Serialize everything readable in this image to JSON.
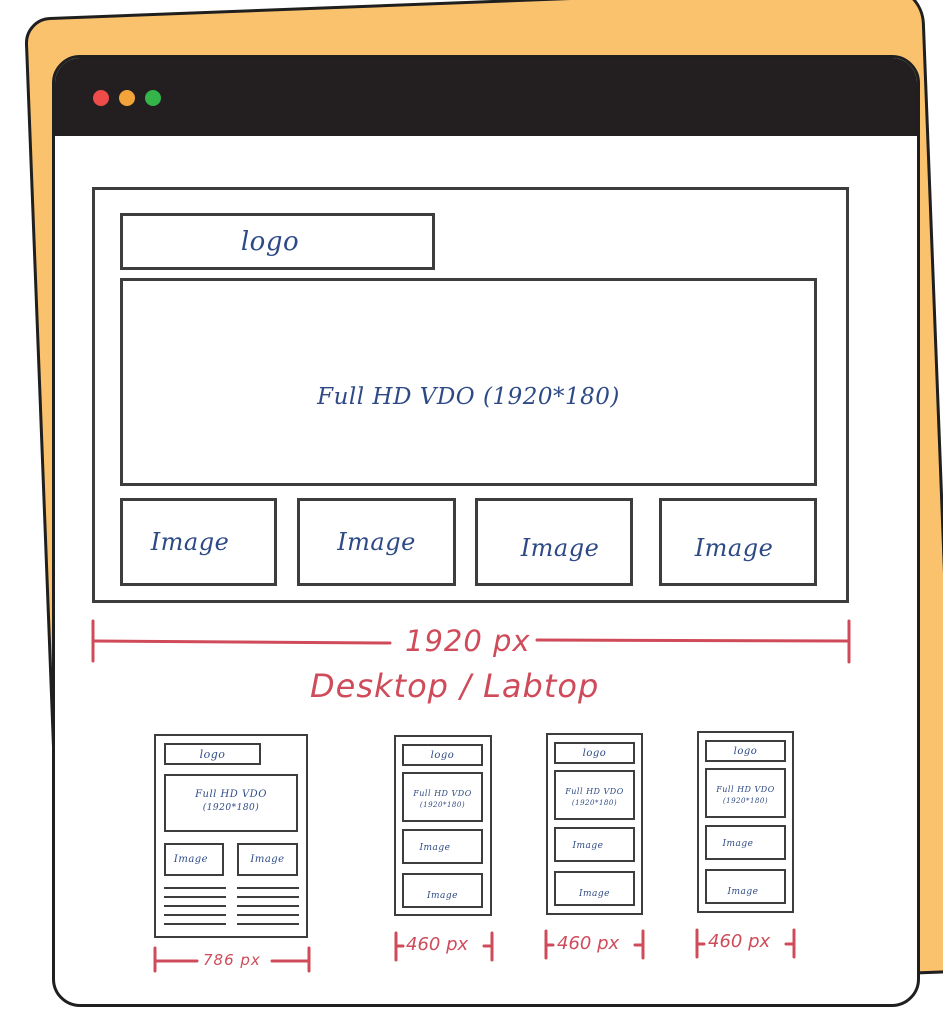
{
  "colors": {
    "orange": "#fbc26e",
    "titlebar": "#231f20",
    "dot_red": "#ee4b4b",
    "dot_yellow": "#f2a33a",
    "dot_green": "#33b54a",
    "sketch_ink": "#3d3d3d",
    "label_ink": "#2e4a86",
    "dimension_ink": "#cf4b5a"
  },
  "desktop": {
    "logo": "logo",
    "video": "Full HD VDO (1920*180)",
    "images": [
      "Image",
      "Image",
      "Image",
      "Image"
    ],
    "width_label": "1920 px",
    "device_label": "Desktop / Labtop"
  },
  "tablet": {
    "logo": "logo",
    "video_line1": "Full HD VDO",
    "video_line2": "(1920*180)",
    "images": [
      "Image",
      "Image"
    ],
    "width_label": "786 px"
  },
  "mobiles": [
    {
      "logo": "logo",
      "video_line1": "Full HD VDO",
      "video_line2": "(1920*180)",
      "images": [
        "Image",
        "Image"
      ],
      "width_label": "460 px"
    },
    {
      "logo": "logo",
      "video_line1": "Full HD VDO",
      "video_line2": "(1920*180)",
      "images": [
        "Image",
        "Image"
      ],
      "width_label": "460 px"
    },
    {
      "logo": "logo",
      "video_line1": "Full HD VDO",
      "video_line2": "(1920*180)",
      "images": [
        "Image",
        "Image"
      ],
      "width_label": "460 px"
    }
  ]
}
